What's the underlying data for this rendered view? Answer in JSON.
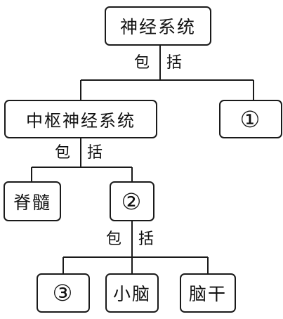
{
  "root": {
    "label": "神经系统"
  },
  "connector_left_char": "包",
  "connector_right_char": "括",
  "central": {
    "label": "中枢神经系统"
  },
  "blank_1": {
    "label": "①"
  },
  "spinal_cord": {
    "label": "脊髓"
  },
  "blank_2": {
    "label": "②"
  },
  "blank_3": {
    "label": "③"
  },
  "cerebellum": {
    "label": "小脑"
  },
  "brainstem": {
    "label": "脑干"
  }
}
